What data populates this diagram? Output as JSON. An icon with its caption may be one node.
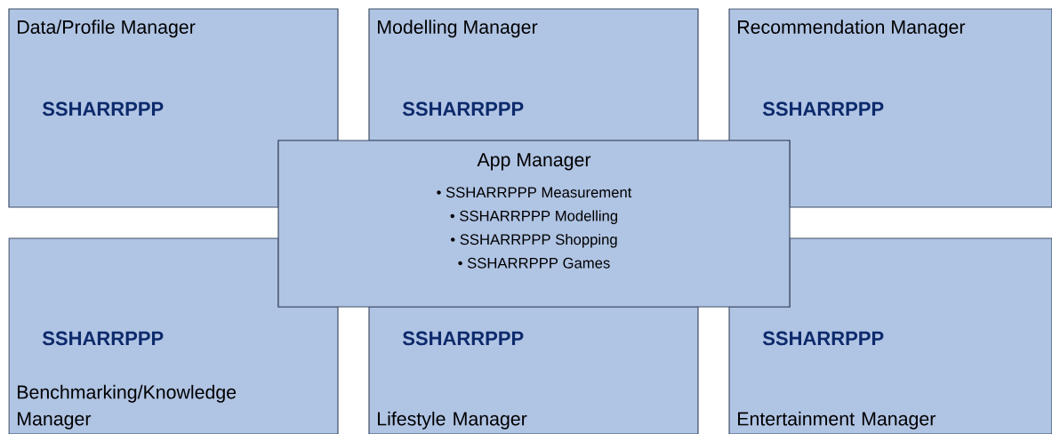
{
  "diagram": {
    "nodes": [
      {
        "text": [
          "Data/Profile Manager",
          "SSHARRPPP"
        ]
      },
      {
        "text": [
          "Modelling Manager",
          "SSHARRPPP"
        ]
      },
      {
        "text": [
          "Recommendation Manager",
          "SSHARRPPP"
        ]
      },
      {
        "text": [
          "App Manager",
          "• SSHARRPPP Measurement",
          "• SSHARRPPP Modelling",
          "• SSHARRPPP Shopping",
          "• SSHARRPPP Games"
        ]
      },
      {
        "text": [
          "SSHARRPPP",
          "Benchmarking/Knowledge Manager"
        ]
      },
      {
        "text": [
          "SSHARRPPP",
          "Lifestyle Manager"
        ]
      },
      {
        "text": [
          "SSHARRPPP",
          "Entertainment Manager"
        ]
      }
    ]
  }
}
